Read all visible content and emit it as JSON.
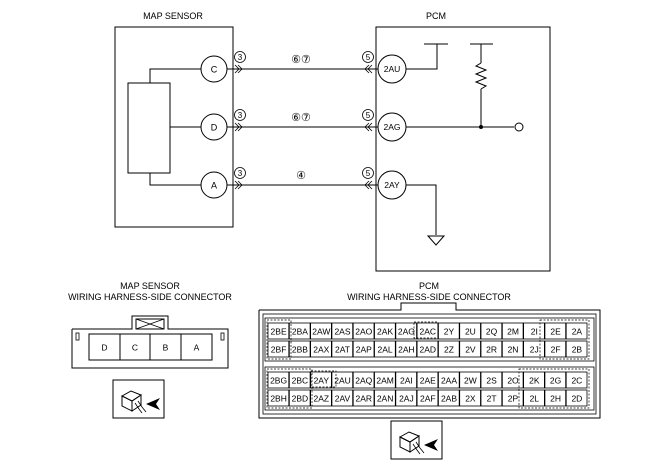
{
  "schematic": {
    "map_sensor_title": "MAP SENSOR",
    "pcm_title": "PCM",
    "sensor_terminals": [
      "C",
      "D",
      "A"
    ],
    "sensor_connector_mark": [
      "3",
      "3",
      "3"
    ],
    "harness_marks": [
      "⑥⑦",
      "⑥⑦",
      "④"
    ],
    "pcm_connector_mark": [
      "5",
      "5",
      "5"
    ],
    "pcm_terminals": [
      "2AU",
      "2AG",
      "2AY"
    ]
  },
  "sensor_connector": {
    "title_line1": "MAP SENSOR",
    "title_line2": "WIRING HARNESS-SIDE CONNECTOR",
    "pins": [
      "D",
      "C",
      "B",
      "A"
    ]
  },
  "pcm_connector": {
    "title_line1": "PCM",
    "title_line2": "WIRING HARNESS-SIDE CONNECTOR",
    "rows": [
      [
        "2BE",
        "2BA",
        "2AW",
        "2AS",
        "2AO",
        "2AK",
        "2AG",
        "2AC",
        "2Y",
        "2U",
        "2Q",
        "2M",
        "2I",
        "2E",
        "2A"
      ],
      [
        "2BF",
        "2BB",
        "2AX",
        "2AT",
        "2AP",
        "2AL",
        "2AH",
        "2AD",
        "2Z",
        "2V",
        "2R",
        "2N",
        "2J",
        "2F",
        "2B"
      ],
      [
        "2BG",
        "2BC",
        "2AY",
        "2AU",
        "2AQ",
        "2AM",
        "2AI",
        "2AE",
        "2AA",
        "2W",
        "2S",
        "2O",
        "2K",
        "2G",
        "2C"
      ],
      [
        "2BH",
        "2BD",
        "2AZ",
        "2AV",
        "2AR",
        "2AN",
        "2AJ",
        "2AF",
        "2AB",
        "2X",
        "2T",
        "2P",
        "2L",
        "2H",
        "2D"
      ]
    ]
  }
}
